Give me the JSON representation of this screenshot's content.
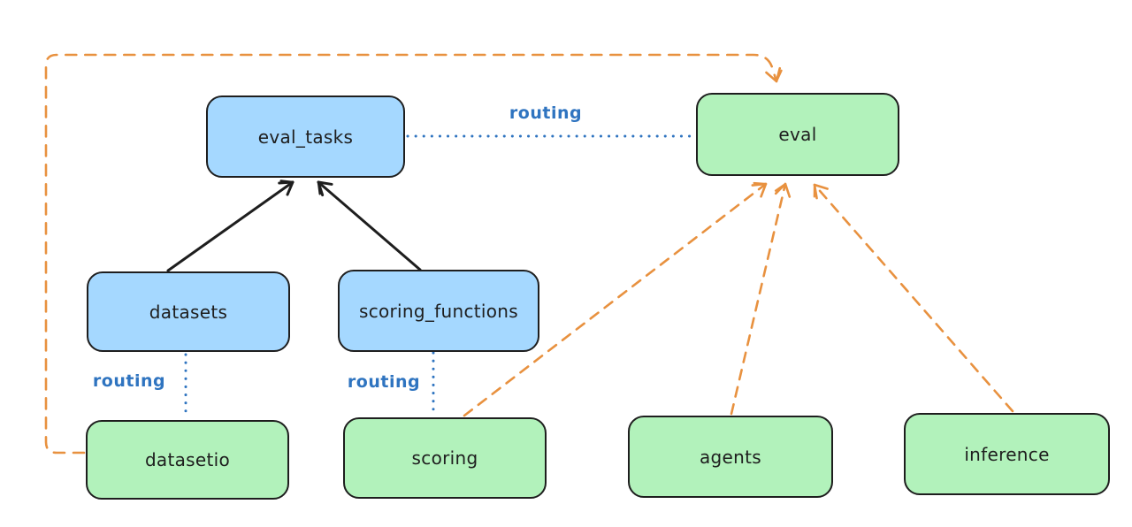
{
  "diagram": {
    "type": "flow-diagram",
    "background": "#ffffff",
    "nodes": {
      "eval_tasks": {
        "label": "eval_tasks",
        "fill": "#a5d8ff"
      },
      "eval": {
        "label": "eval",
        "fill": "#b2f2bb"
      },
      "datasets": {
        "label": "datasets",
        "fill": "#a5d8ff"
      },
      "scoring_functions": {
        "label": "scoring_functions",
        "fill": "#a5d8ff"
      },
      "datasetio": {
        "label": "datasetio",
        "fill": "#b2f2bb"
      },
      "scoring": {
        "label": "scoring",
        "fill": "#b2f2bb"
      },
      "agents": {
        "label": "agents",
        "fill": "#b2f2bb"
      },
      "inference": {
        "label": "inference",
        "fill": "#b2f2bb"
      }
    },
    "edges": [
      {
        "from": "datasets",
        "to": "eval_tasks",
        "style": "solid-arrow",
        "color": "#1e1e1e"
      },
      {
        "from": "scoring_functions",
        "to": "eval_tasks",
        "style": "solid-arrow",
        "color": "#1e1e1e"
      },
      {
        "from": "eval_tasks",
        "to": "eval",
        "style": "dotted-line",
        "color": "#2f74c0",
        "label": "routing"
      },
      {
        "from": "datasets",
        "to": "datasetio",
        "style": "dotted-line",
        "color": "#2f74c0",
        "label": "routing"
      },
      {
        "from": "scoring_functions",
        "to": "scoring",
        "style": "dotted-line",
        "color": "#2f74c0",
        "label": "routing"
      },
      {
        "from": "datasetio",
        "to": "eval",
        "style": "dashed-arrow",
        "color": "#e8913f"
      },
      {
        "from": "scoring",
        "to": "eval",
        "style": "dashed-arrow",
        "color": "#e8913f"
      },
      {
        "from": "agents",
        "to": "eval",
        "style": "dashed-arrow",
        "color": "#e8913f"
      },
      {
        "from": "inference",
        "to": "eval",
        "style": "dashed-arrow",
        "color": "#e8913f"
      }
    ],
    "colors": {
      "node_blue_fill": "#a5d8ff",
      "node_green_fill": "#b2f2bb",
      "outline": "#1e1e1e",
      "routing_blue": "#2f74c0",
      "provider_orange": "#e8913f",
      "background": "#ffffff"
    }
  }
}
